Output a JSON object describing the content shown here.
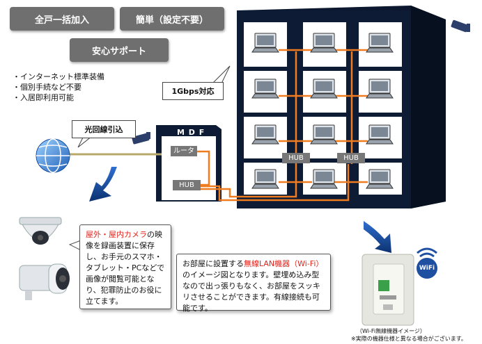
{
  "tags": [
    "全戸一括加入",
    "簡単（設定不要）",
    "安心サポート"
  ],
  "bullets": [
    "・インターネット標準装備",
    "・個別手続など不要",
    "・入居即利用可能"
  ],
  "callout_speed": "1Gbps対応",
  "callout_fiber": "光回線引込",
  "mdf_label": "M D F",
  "router_label": "ルータ",
  "hub_label": "HUB",
  "camera_text": {
    "highlight": "屋外・屋内カメラ",
    "rest": "の映像を録画装置に保存し、お手元のスマホ・タブレット・PCなどで画像が閲覧可能となり、犯罪防止のお役に立てます。"
  },
  "wifi_text": {
    "before": "お部屋に設置する",
    "highlight": "無線LAN機器（Wi-Fi）",
    "after": "のイメージ図となります。壁埋め込み型なので出っ張りもなく、お部屋をスッキリさせることができます。有線接続も可能です。"
  },
  "wifi_badge": "WiFi",
  "caption_1": "（Wi-Fi無線機器イメージ）",
  "caption_2": "※実際の機器仕様と異なる場合がございます。",
  "colors": {
    "cable": "#f07c20",
    "building": "#0d1b35",
    "tag": "#6f6f6f",
    "arrow": "#1a4fa0"
  }
}
